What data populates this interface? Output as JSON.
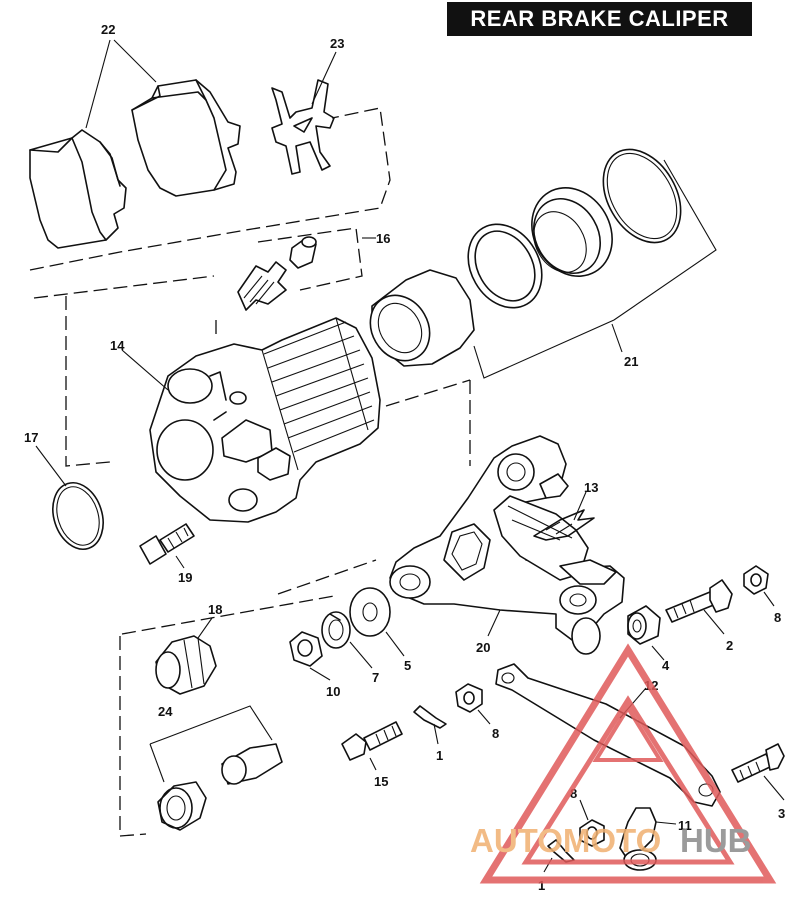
{
  "title": "REAR BRAKE CALIPER",
  "callouts": {
    "c22": "22",
    "c23": "23",
    "c16": "16",
    "c14": "14",
    "c17": "17",
    "c21": "21",
    "c13": "13",
    "c19": "19",
    "c18": "18",
    "c20": "20",
    "c2": "2",
    "c8a": "8",
    "c4": "4",
    "c10": "10",
    "c7": "7",
    "c5": "5",
    "c24": "24",
    "c12": "12",
    "c15": "15",
    "c1a": "1",
    "c8b": "8",
    "c3": "3",
    "c8c": "8",
    "c11": "11",
    "c1b": "1"
  },
  "watermark": {
    "part1": "AUTOMOTO",
    "part2": "HUB",
    "color_red": "#e05a5a",
    "color_orange": "#f0b070",
    "color_gray": "#8a8a8a"
  }
}
